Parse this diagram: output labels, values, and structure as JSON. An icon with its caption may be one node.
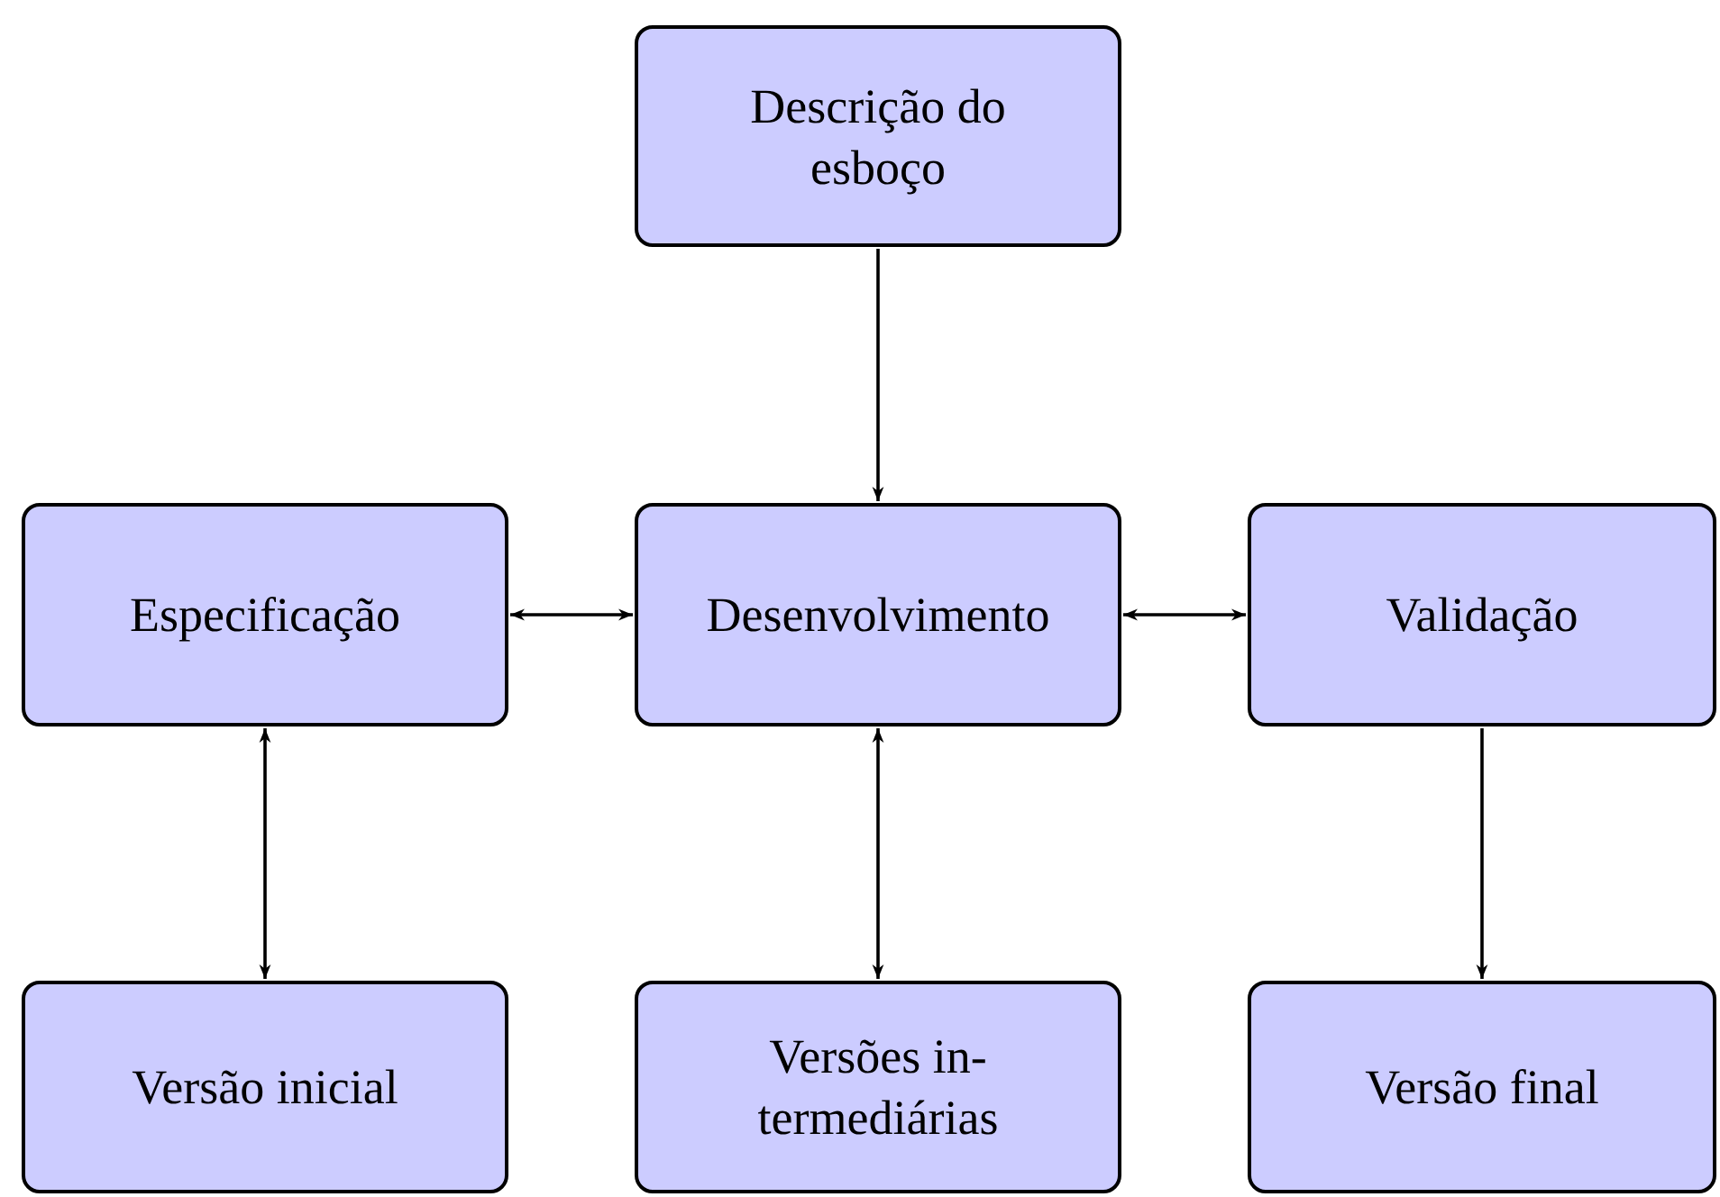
{
  "diagram": {
    "nodes": [
      {
        "text": [
          "Descrição do esboço"
        ]
      },
      {
        "text": [
          "Especificação"
        ]
      },
      {
        "text": [
          "Desenvolvimento"
        ]
      },
      {
        "text": [
          "Validação"
        ]
      },
      {
        "text": [
          "Versão inicial"
        ]
      },
      {
        "text": [
          "Versões in- termediárias"
        ]
      },
      {
        "text": [
          "Versão final"
        ]
      }
    ],
    "edges": [
      {
        "from": 0,
        "to": 2,
        "arrow": "to"
      },
      {
        "from": 1,
        "to": 2,
        "arrow": "both"
      },
      {
        "from": 2,
        "to": 3,
        "arrow": "both"
      },
      {
        "from": 1,
        "to": 4,
        "arrow": "both"
      },
      {
        "from": 2,
        "to": 5,
        "arrow": "both"
      },
      {
        "from": 3,
        "to": 6,
        "arrow": "to"
      }
    ]
  }
}
